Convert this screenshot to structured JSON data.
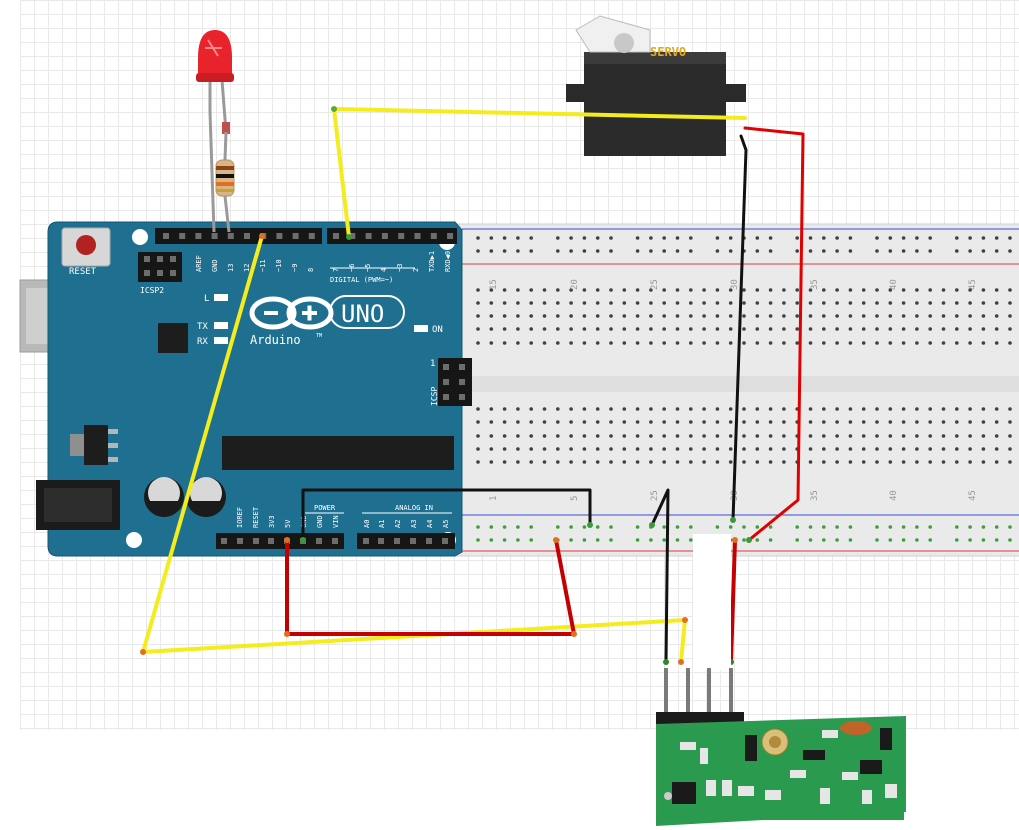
{
  "arduino": {
    "brand": "Arduino",
    "tm": "TM",
    "model": "UNO",
    "reset_label": "RESET",
    "icsp2_label": "ICSP2",
    "icsp_label": "ICSP",
    "icsp_pin1": "1",
    "led_l": "L",
    "led_tx": "TX",
    "led_rx": "RX",
    "on_label": "ON",
    "digital_label": "DIGITAL (PWM=~)",
    "power_label": "POWER",
    "analog_label": "ANALOG IN",
    "digital_pins": [
      "AREF",
      "GND",
      "13",
      "12",
      "~11",
      "~10",
      "~9",
      "8",
      "7",
      "~6",
      "~5",
      "4",
      "~3",
      "2",
      "TXD▶1",
      "RXD◀0"
    ],
    "power_pins": [
      "IOREF",
      "RESET",
      "3V3",
      "5V",
      "GND",
      "GND",
      "VIN"
    ],
    "analog_pins": [
      "A0",
      "A1",
      "A2",
      "A3",
      "A4",
      "A5"
    ]
  },
  "servo": {
    "label": "SERVO"
  },
  "breadboard": {
    "top_numbers": [
      "15",
      "20",
      "25",
      "30",
      "35",
      "40",
      "45"
    ],
    "bottom_numbers": [
      "1",
      "5",
      "25",
      "30",
      "35",
      "40",
      "45"
    ]
  },
  "colors": {
    "board": "#1f7090",
    "wire_yellow": "#f4ec1d",
    "wire_red": "#e00000",
    "wire_black": "#111111",
    "module_green": "#2c9a50",
    "led_red": "#e8232b"
  }
}
